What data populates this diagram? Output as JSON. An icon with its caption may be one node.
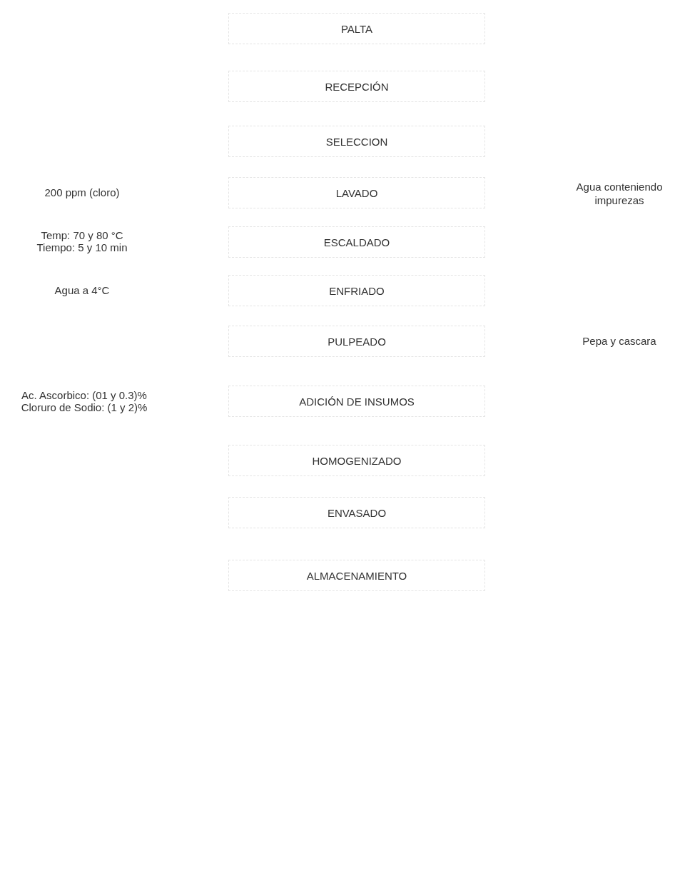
{
  "diagram": {
    "nodes": [
      {
        "text": [
          "PALTA"
        ]
      },
      {
        "text": [
          "RECEPCIÓN"
        ]
      },
      {
        "text": [
          "SELECCION"
        ]
      },
      {
        "text": [
          "LAVADO"
        ]
      },
      {
        "text": [
          "ESCALDADO"
        ]
      },
      {
        "text": [
          "ENFRIADO"
        ]
      },
      {
        "text": [
          "PULPEADO"
        ]
      },
      {
        "text": [
          "ADICIÓN DE INSUMOS"
        ]
      },
      {
        "text": [
          "HOMOGENIZADO"
        ]
      },
      {
        "text": [
          "ENVASADO"
        ]
      },
      {
        "text": [
          "ALMACENAMIENTO"
        ]
      }
    ],
    "labels": [
      "200 ppm (cloro)",
      "Agua conteniendo impurezas",
      "Temp: 70 y 80 °C",
      "Tiempo: 5 y 10 min",
      "Agua a 4°C",
      "Pepa y cascara",
      "Ac. Ascorbico: (01 y 0.3)%",
      "Cloruro de Sodio: (1 y 2)%"
    ]
  }
}
